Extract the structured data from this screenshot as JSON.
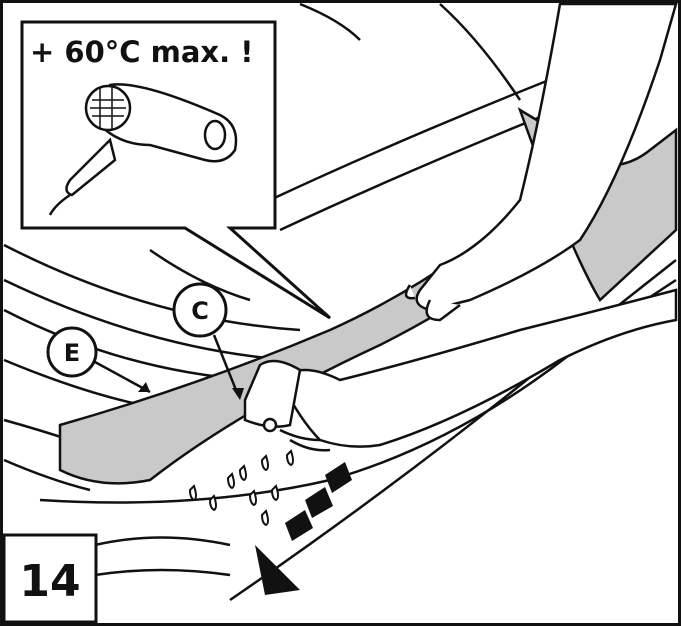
{
  "warning": {
    "text": "+ 60°C max. !",
    "icon": "hair-dryer-icon"
  },
  "callouts": [
    {
      "id": "c",
      "label": "C"
    },
    {
      "id": "e",
      "label": "E"
    }
  ],
  "step": {
    "number": "14"
  },
  "colors": {
    "film": "#c9c9c9",
    "line": "#111111",
    "background": "#ffffff"
  },
  "icons": [
    "hair-dryer-icon",
    "droplet-icon",
    "direction-arrow-icon",
    "squeegee-icon",
    "hand-icon"
  ]
}
